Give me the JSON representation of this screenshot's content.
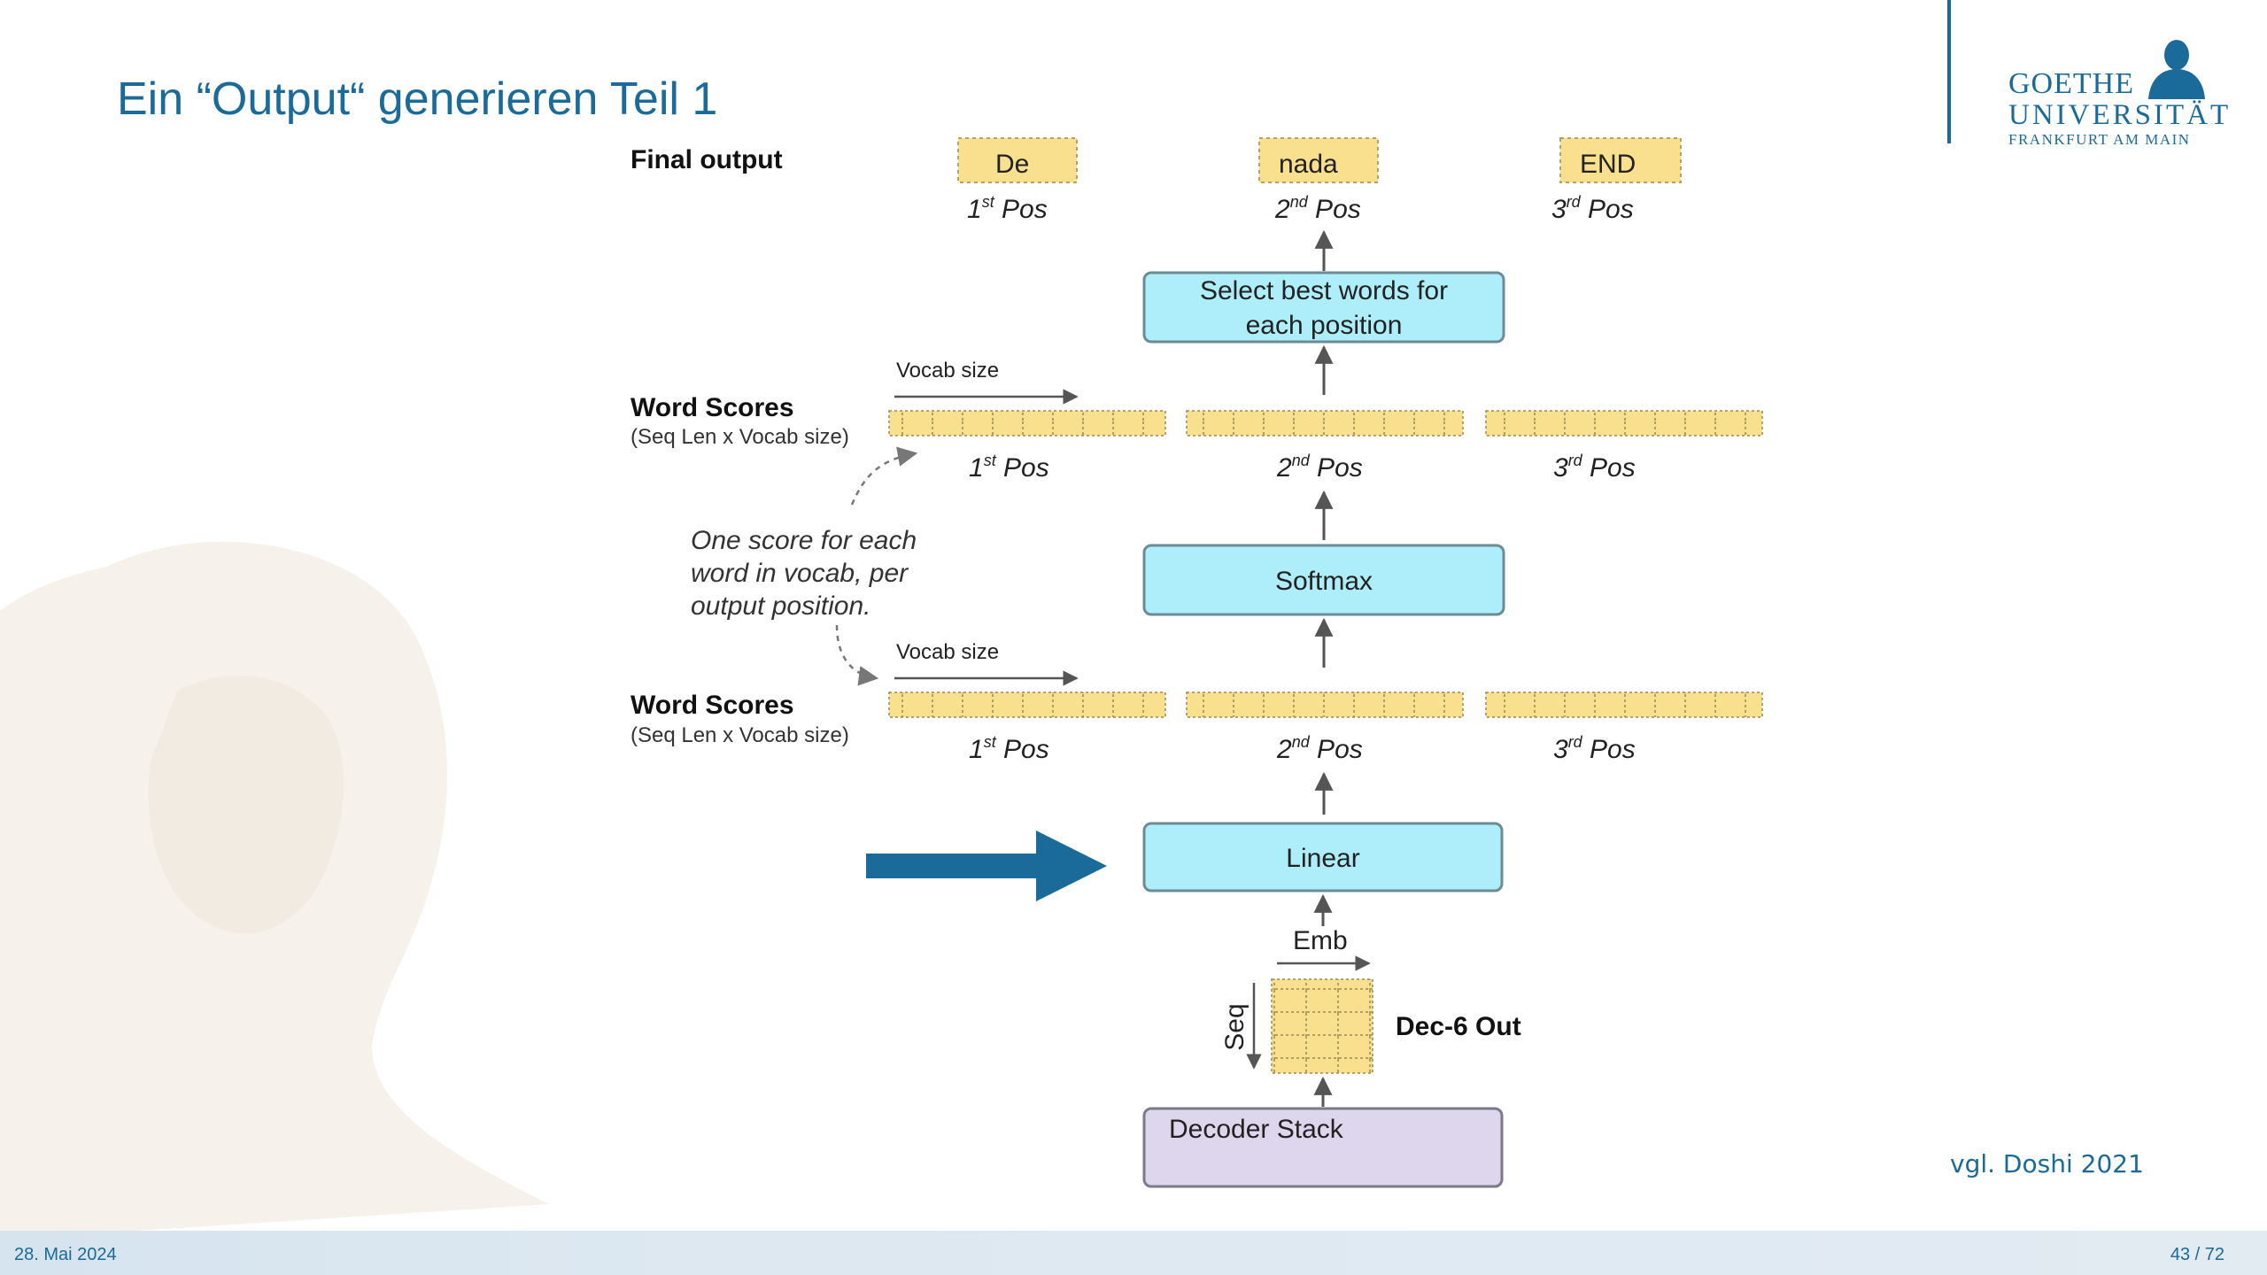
{
  "slide": {
    "title": "Ein “Output“ generieren Teil 1",
    "citation": "vgl. Doshi 2021",
    "footer": {
      "date": "28. Mai 2024",
      "page": "43 / 72"
    },
    "logo": {
      "line1": "GOETHE",
      "line2": "UNIVERSITÄT",
      "line3": "FRANKFURT AM MAIN"
    }
  },
  "diagram": {
    "final_output_label": "Final output",
    "outputs": [
      "De",
      "nada",
      "END"
    ],
    "positions_top": {
      "p1": {
        "num": "1",
        "sup": "st",
        "word": " Pos"
      },
      "p2": {
        "num": "2",
        "sup": "nd",
        "word": " Pos"
      },
      "p3": {
        "num": "3",
        "sup": "rd",
        "word": " Pos"
      }
    },
    "select_box": {
      "line1": "Select best words for",
      "line2": "each position"
    },
    "word_scores_label": "Word Scores",
    "word_scores_sub": "(Seq Len x Vocab size)",
    "vocab_size_label": "Vocab size",
    "softmax_label": "Softmax",
    "annotation": {
      "line1": "One score for each",
      "line2": "word in vocab, per",
      "line3": "output position."
    },
    "linear_label": "Linear",
    "emb_label": "Emb",
    "seq_label": "Seq",
    "dec6_label": "Dec-6 Out",
    "decoder_stack_label": "Decoder Stack"
  },
  "colors": {
    "accent": "#1a6a9a",
    "box_cyan": "#aeeefb",
    "box_purple": "#ded6ec",
    "cell_yellow": "#f8e08e"
  }
}
